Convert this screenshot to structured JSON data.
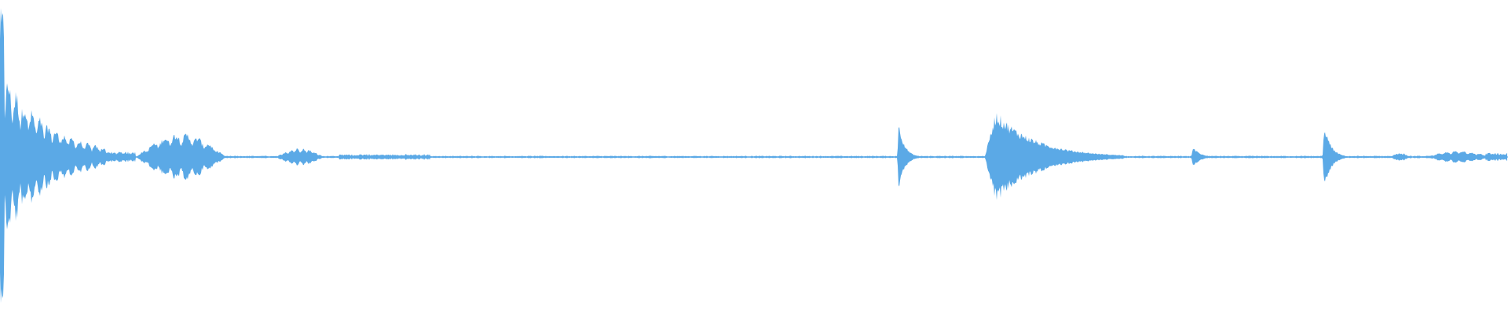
{
  "waveform": {
    "color": "#5BA9E6",
    "background": "#ffffff",
    "channels": 1,
    "bursts": [
      {
        "start": 0.0,
        "end": 0.003,
        "peak": 0.95,
        "shape": "spike"
      },
      {
        "start": 0.003,
        "end": 0.07,
        "peak": 0.56,
        "shape": "decay"
      },
      {
        "start": 0.07,
        "end": 0.09,
        "peak": 0.04,
        "shape": "flat"
      },
      {
        "start": 0.09,
        "end": 0.15,
        "peak": 0.16,
        "shape": "swell"
      },
      {
        "start": 0.183,
        "end": 0.215,
        "peak": 0.06,
        "shape": "swell"
      },
      {
        "start": 0.225,
        "end": 0.285,
        "peak": 0.02,
        "shape": "flat"
      },
      {
        "start": 0.595,
        "end": 0.608,
        "peak": 0.24,
        "shape": "attack"
      },
      {
        "start": 0.653,
        "end": 0.745,
        "peak": 0.3,
        "shape": "attack"
      },
      {
        "start": 0.79,
        "end": 0.805,
        "peak": 0.07,
        "shape": "attack"
      },
      {
        "start": 0.877,
        "end": 0.892,
        "peak": 0.22,
        "shape": "attack"
      },
      {
        "start": 0.922,
        "end": 0.935,
        "peak": 0.03,
        "shape": "swell"
      },
      {
        "start": 0.945,
        "end": 0.99,
        "peak": 0.04,
        "shape": "swell"
      },
      {
        "start": 0.985,
        "end": 1.0,
        "peak": 0.03,
        "shape": "flat"
      }
    ],
    "baseline_noise": 0.008
  }
}
